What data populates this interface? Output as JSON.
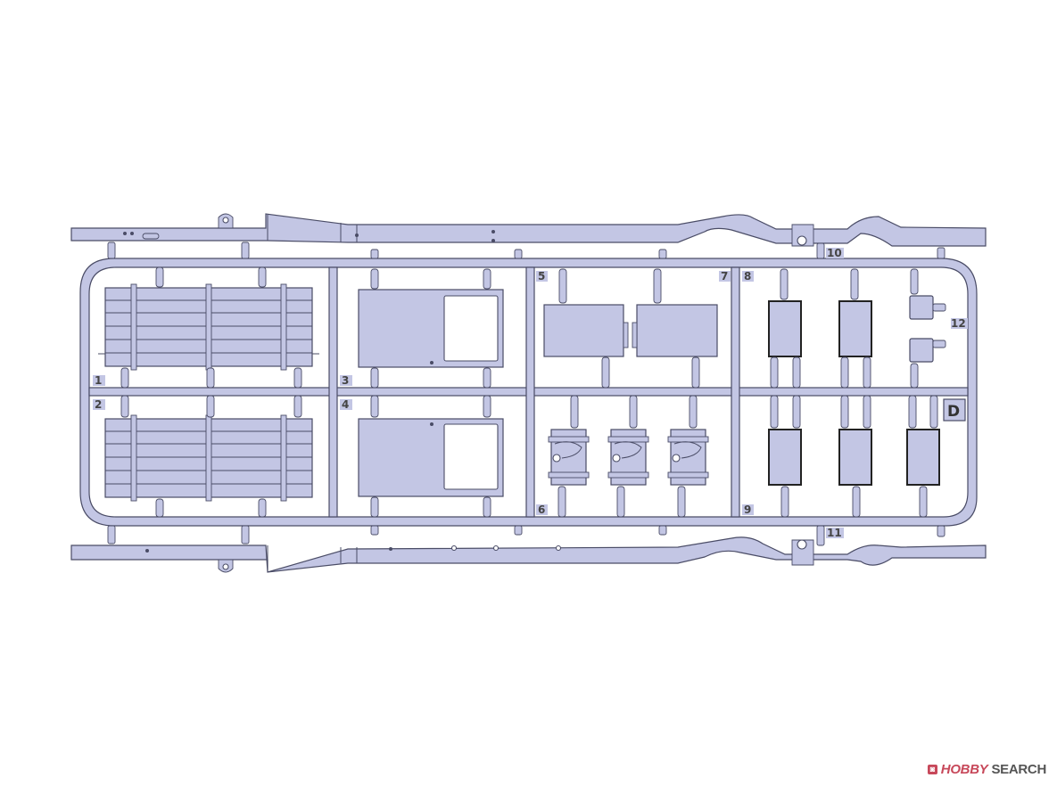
{
  "sprue": {
    "frame_letter": "D",
    "part_numbers": [
      "1",
      "2",
      "3",
      "4",
      "5",
      "6",
      "7",
      "8",
      "9",
      "10",
      "11",
      "12"
    ]
  },
  "colors": {
    "plastic": "#c3c6e4",
    "outline": "#4a4c66",
    "background": "#ffffff",
    "watermark_brand": "#c7485a"
  },
  "watermark": {
    "icon": "hobby-search-logo-icon",
    "brand": "HOBBY",
    "rest": "SEARCH"
  }
}
